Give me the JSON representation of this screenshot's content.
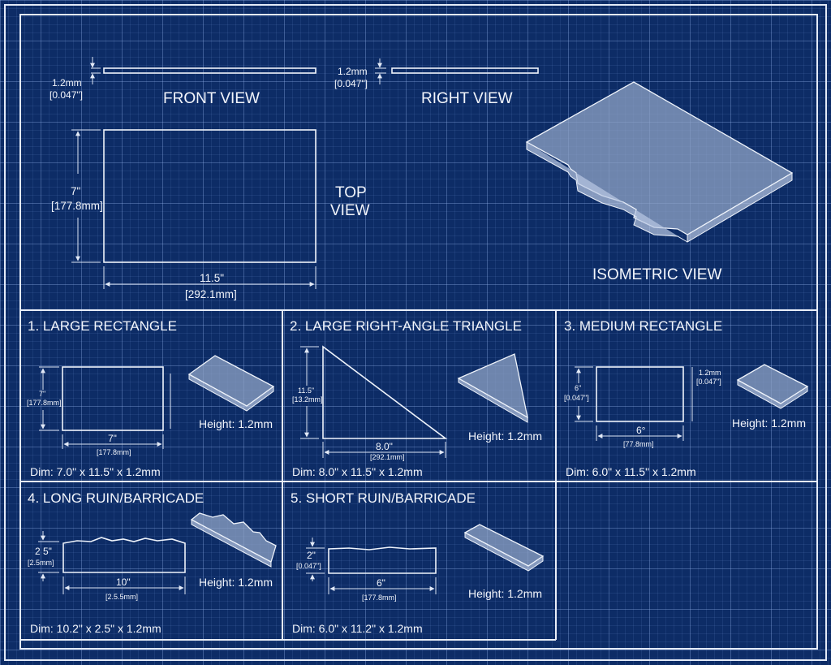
{
  "main_views": {
    "front": {
      "label": "FRONT VIEW",
      "thickness_mm": "1.2mm",
      "thickness_in": "[0.047\"]"
    },
    "right": {
      "label": "RIGHT VIEW",
      "thickness_mm": "1.2mm",
      "thickness_in": "[0.047\"]"
    },
    "top": {
      "label_line1": "TOP",
      "label_line2": "VIEW",
      "height_in": "7\"",
      "height_mm": "[177.8mm]",
      "width_in": "11.5\"",
      "width_mm": "[292.1mm]"
    },
    "isometric": {
      "label": "ISOMETRIC VIEW"
    }
  },
  "parts": [
    {
      "title": "1. LARGE RECTANGLE",
      "dim": "Dim: 7.0\" x 11.5\" x 1.2mm",
      "height": "Height: 1.2mm",
      "vdim_in": "7\"",
      "vdim_mm": "[177.8mm]",
      "hdim_in": "7\"",
      "hdim_mm": "[177.8mm]"
    },
    {
      "title": "2. LARGE RIGHT-ANGLE TRIANGLE",
      "dim": "Dim: 8.0\" x 11.5\" x 1.2mm",
      "height": "Height: 1.2mm",
      "vdim_in": "11.5\"",
      "vdim_mm": "[13.2mm]",
      "hdim_in": "8.0\"",
      "hdim_mm": "[292.1mm]"
    },
    {
      "title": "3. MEDIUM RECTANGLE",
      "dim": "Dim: 6.0\" x 11.5\" x 1.2mm",
      "height": "Height: 1.2mm",
      "vdim_in": "6\"",
      "vdim_mm": "[0.047\"]",
      "hdim_in": "6°",
      "hdim_mm": "[77.8mm]",
      "tdim_mm": "1.2mm",
      "tdim_in": "[0.047\"]"
    },
    {
      "title": "4. LONG RUIN/BARRICADE",
      "dim": "Dim: 10.2\" x 2.5\" x 1.2mm",
      "height": "Height: 1.2mm",
      "vdim_in": "2 5\"",
      "vdim_mm": "[2.5mm]",
      "hdim_in": "10\"",
      "hdim_mm": "[2.5.5mm]"
    },
    {
      "title": "5. SHORT RUIN/BARRICADE",
      "dim": "Dim: 6.0\" x 11.2\" x 1.2mm",
      "height": "Height: 1.2mm",
      "vdim_in": "2\"",
      "vdim_mm": "[0.047\"]",
      "hdim_in": "6\"",
      "hdim_mm": "[177.8mm]"
    }
  ]
}
